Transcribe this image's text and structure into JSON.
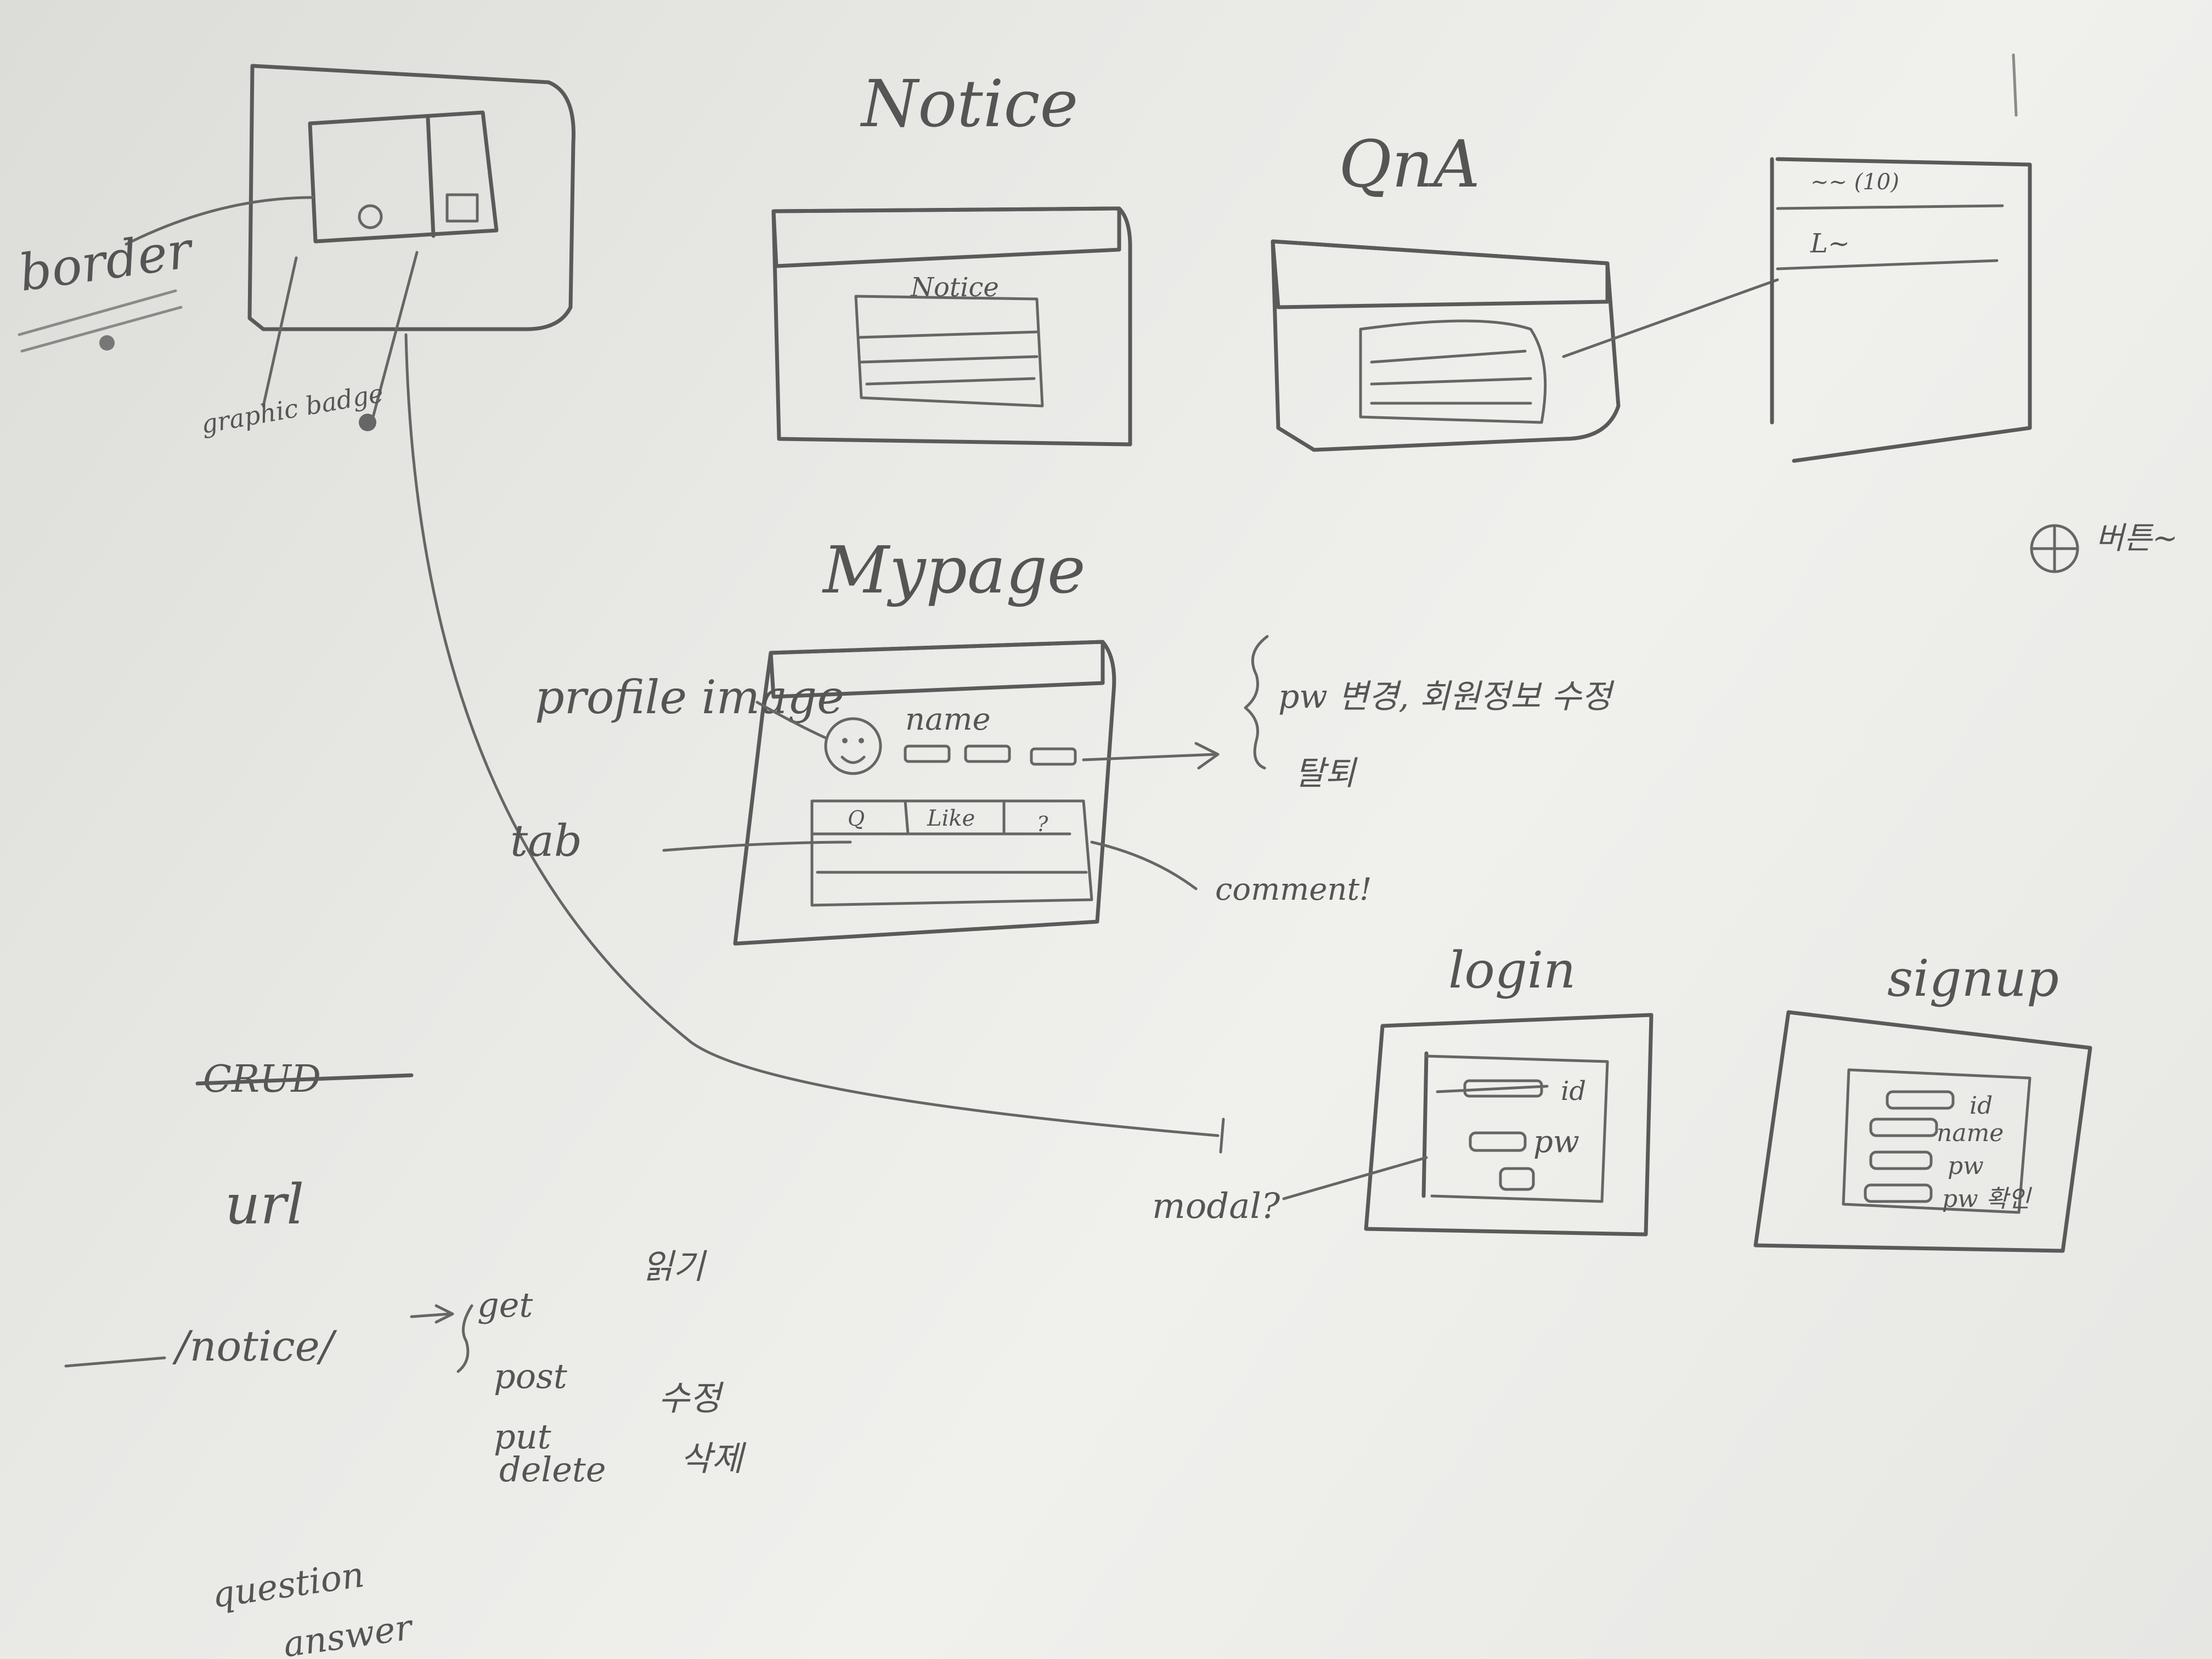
{
  "titles": {
    "notice": "Notice",
    "qna": "QnA",
    "mypage": "Mypage",
    "login": "login",
    "signup": "signup"
  },
  "home_sketch": {
    "border_label": "border",
    "badge_label": "graphic badge"
  },
  "notice_sketch": {
    "inner_label": "Notice"
  },
  "qna_sketch": {
    "detail_line_1": "~~ (10)",
    "detail_line_2": "L~"
  },
  "plus_button": {
    "label": "버튼~"
  },
  "mypage_sketch": {
    "profile_image_label": "profile image",
    "name_label": "name",
    "tab_label": "tab",
    "tabs": [
      "Q",
      "Like",
      "?"
    ],
    "comment_note": "comment!",
    "actions_note_1": "pw 변경, 회원정보 수정",
    "actions_note_2": "탈퇴"
  },
  "modal_note": "modal?",
  "login_sketch": {
    "id_label": "id",
    "pw_label": "pw"
  },
  "signup_sketch": {
    "id_label": "id",
    "name_label": "name",
    "pw_label": "pw",
    "pw_confirm_label": "pw 확인"
  },
  "api_notes": {
    "crossed_heading": "CRUD",
    "url_heading": "url",
    "path": "/notice/",
    "methods": [
      "get",
      "post",
      "put",
      "delete"
    ],
    "method_notes": [
      "읽기",
      "수정",
      "삭제"
    ],
    "footer_words": [
      "question",
      "answer"
    ]
  }
}
